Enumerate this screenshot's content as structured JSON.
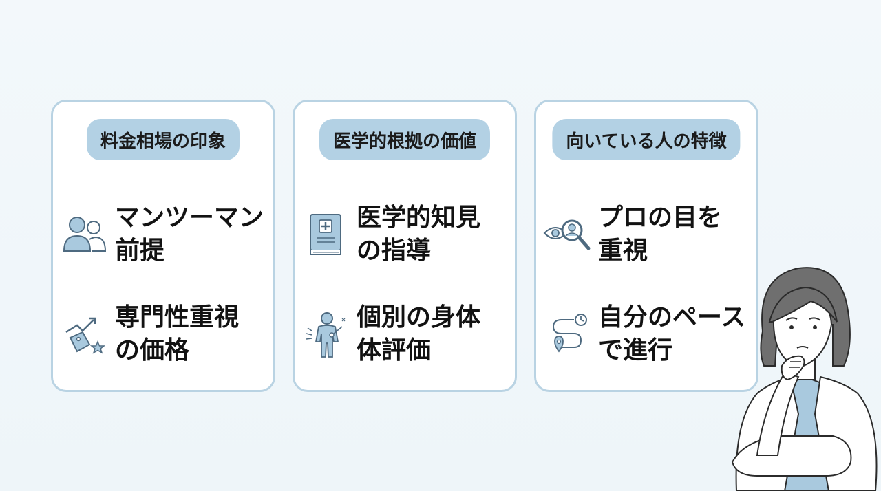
{
  "cards": [
    {
      "title": "料金相場の印象",
      "items": [
        {
          "icon": "people-icon",
          "text": "マンツーマン\n前提"
        },
        {
          "icon": "price-tag-trend-icon",
          "text": "専門性重視\nの価格"
        }
      ]
    },
    {
      "title": "医学的根拠の価値",
      "items": [
        {
          "icon": "medical-book-icon",
          "text": "医学的知見\nの指導"
        },
        {
          "icon": "body-assessment-icon",
          "text": "個別の身体\n体評価"
        }
      ]
    },
    {
      "title": "向いている人の特徴",
      "items": [
        {
          "icon": "eye-magnifier-icon",
          "text": "プロの目を\n重視"
        },
        {
          "icon": "route-clock-icon",
          "text": "自分のペース\nで進行"
        }
      ]
    }
  ],
  "colors": {
    "accent": "#b3d1e4",
    "border": "#b9d3e3",
    "icon_stroke": "#4e6a80",
    "icon_fill": "#a9c9de"
  }
}
